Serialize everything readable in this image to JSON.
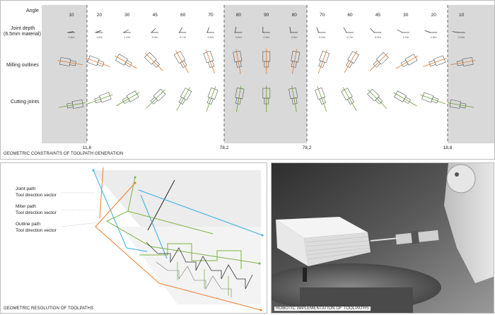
{
  "top_panel": {
    "row_labels": {
      "angle": "Angle",
      "joint_depth_1": "Joint depth",
      "joint_depth_2": "(6.5mm material)",
      "milling_outlines": "Milling outlines",
      "cutting_joints": "Cutting joints"
    },
    "angles": [
      "10",
      "20",
      "30",
      "45",
      "60",
      "70",
      "80",
      "90",
      "80",
      "70",
      "60",
      "45",
      "30",
      "20",
      "10"
    ],
    "depths": [
      "0,8m",
      "1,8m",
      "1,2m",
      "0,9m",
      "0,7m",
      "0,6m",
      "0,6m",
      "0,6m",
      "0,6m",
      "0,6m",
      "0,7m",
      "0,9m",
      "1,2m",
      "1,8m",
      "0,8m"
    ],
    "boundary_values": [
      "11,8",
      "78,2",
      "78,2",
      "18,8"
    ],
    "caption": "GEOMETRIC CONSTRAINTS OF TOOLPATH GENERATION",
    "colors": {
      "shade": "#d9d9d9",
      "milling": "#e07a2e",
      "cutting": "#6aa12d"
    }
  },
  "bottom_left": {
    "legend": [
      {
        "line1": "Joint path",
        "line2": "Tool direction vector",
        "color": "#3aaee0"
      },
      {
        "line1": "Miter path",
        "line2": "Tool direction vector",
        "color": "#7cb342"
      },
      {
        "line1": "Outline path",
        "line2": "Tool direction vector",
        "color": "#ef7d2b"
      }
    ],
    "caption": "GEOMETRIC RESOLUTION OF TOOLPATHS"
  },
  "bottom_right": {
    "caption": "ROBOTIC IMPLEMENTATION OF TOOLPATHS"
  }
}
